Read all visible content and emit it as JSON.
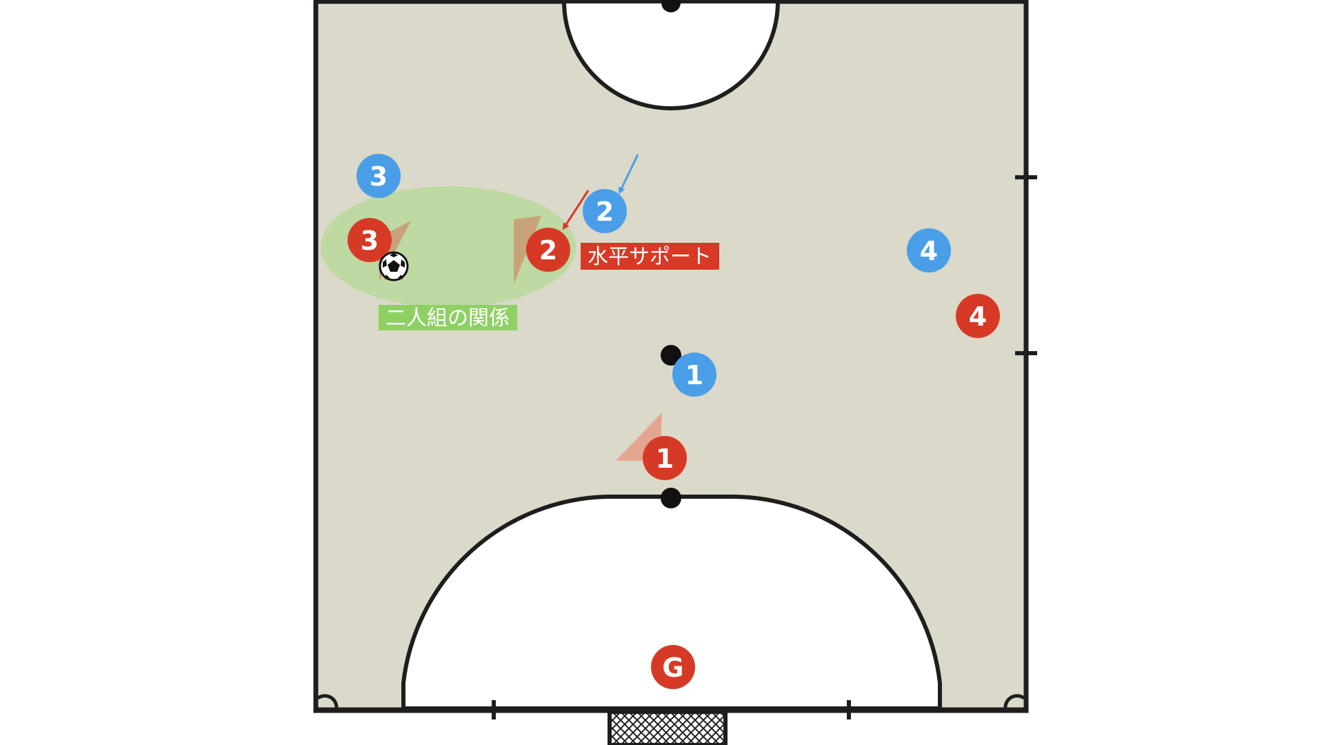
{
  "colors": {
    "court_floor": "#dbd9c9",
    "court_line": "#1e1e1e",
    "area_fill": "#ffffff",
    "team_red": "#d63a26",
    "team_blue": "#4a9ee8",
    "pair_zone": "#bed9a2",
    "pair_label_bg": "#8fd065",
    "support_label_bg": "#d63a26",
    "vision_cone_red": "#e3a08c",
    "vision_cone_brown": "#c99b74",
    "spot": "#111111"
  },
  "players": {
    "red_gk": "G",
    "red_1": "1",
    "red_2": "2",
    "red_3": "3",
    "red_4": "4",
    "blue_1": "1",
    "blue_2": "2",
    "blue_3": "3",
    "blue_4": "4"
  },
  "labels": {
    "support": "水平サポート",
    "pair": "二人組の関係"
  },
  "icons": {
    "ball": "soccer-ball-icon",
    "goal": "goal-net-icon"
  }
}
